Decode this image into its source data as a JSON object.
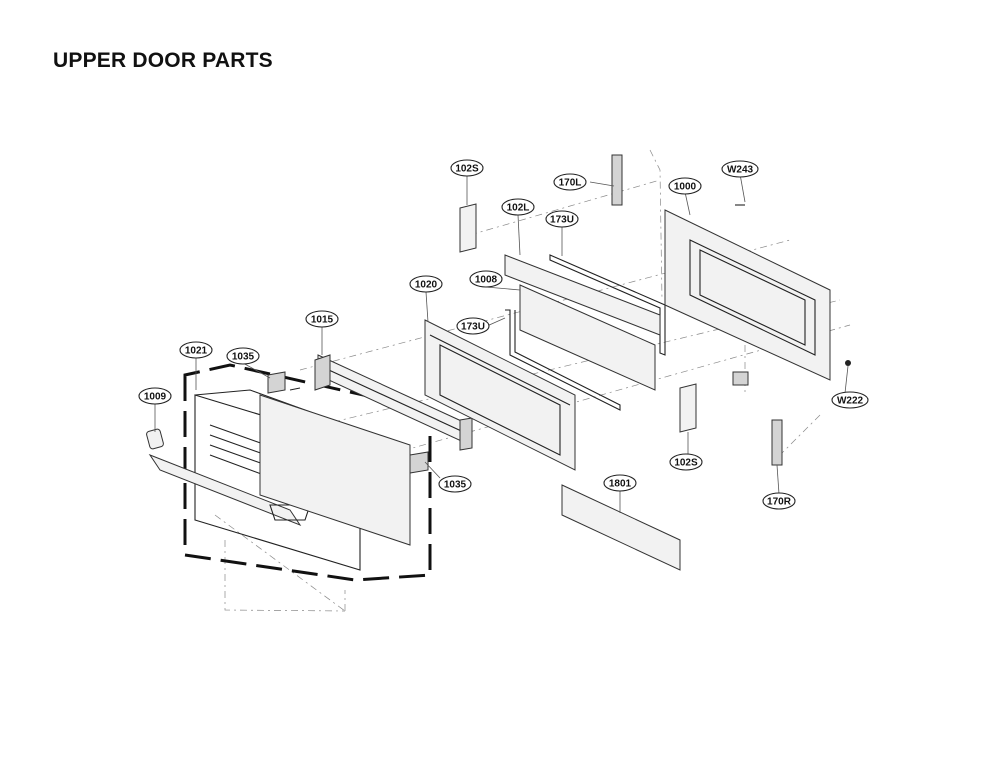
{
  "title": "UPPER DOOR PARTS",
  "callouts": [
    {
      "id": "c-102s-top",
      "label": "102S"
    },
    {
      "id": "c-170l",
      "label": "170L"
    },
    {
      "id": "c-w243",
      "label": "W243"
    },
    {
      "id": "c-1000",
      "label": "1000"
    },
    {
      "id": "c-102l",
      "label": "102L"
    },
    {
      "id": "c-173u-top",
      "label": "173U"
    },
    {
      "id": "c-1008",
      "label": "1008"
    },
    {
      "id": "c-1020",
      "label": "1020"
    },
    {
      "id": "c-173u-mid",
      "label": "173U"
    },
    {
      "id": "c-1015",
      "label": "1015"
    },
    {
      "id": "c-1021",
      "label": "1021"
    },
    {
      "id": "c-1035-top",
      "label": "1035"
    },
    {
      "id": "c-1009",
      "label": "1009"
    },
    {
      "id": "c-w222",
      "label": "W222"
    },
    {
      "id": "c-102s-bottom",
      "label": "102S"
    },
    {
      "id": "c-1801",
      "label": "1801"
    },
    {
      "id": "c-1035-bottom",
      "label": "1035"
    },
    {
      "id": "c-170r",
      "label": "170R"
    }
  ]
}
